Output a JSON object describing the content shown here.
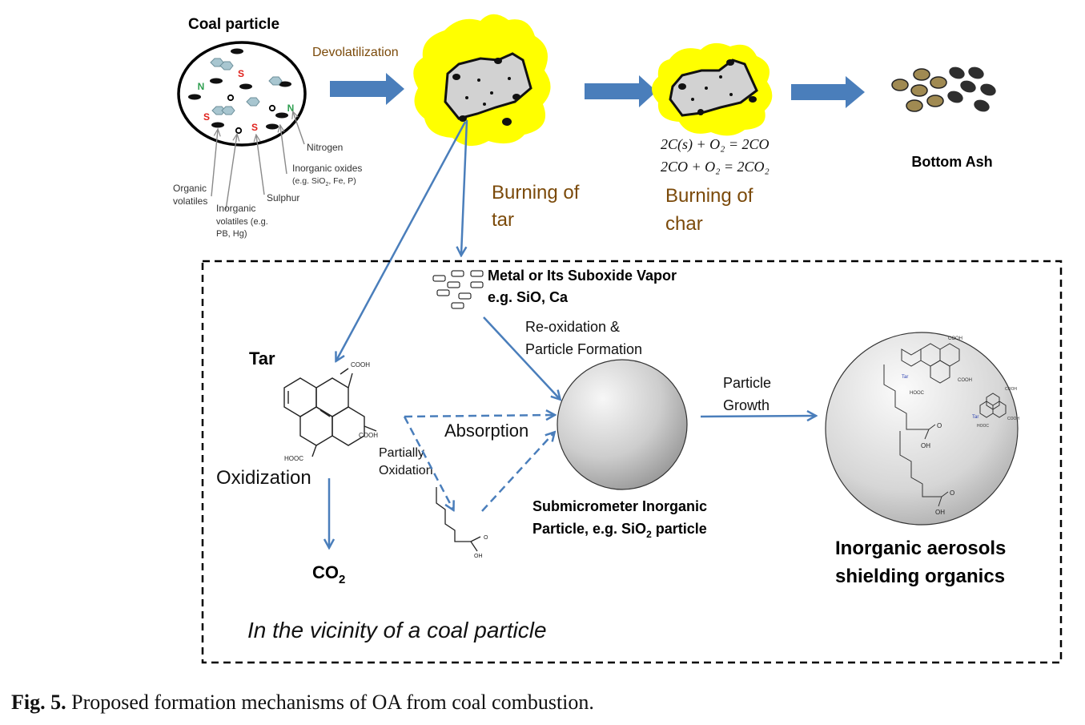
{
  "caption": {
    "label": "Fig. 5.",
    "text": " Proposed formation mechanisms of OA from coal combustion."
  },
  "coal_particle": {
    "title": "Coal particle",
    "letters": {
      "n": "N",
      "s": "S"
    },
    "callouts": {
      "nitrogen": "Nitrogen",
      "inorganic_oxides_1": "Inorganic oxides",
      "inorganic_oxides_2": "(e.g. SiO",
      "inorganic_oxides_sub": "2",
      "inorganic_oxides_3": ", Fe, P)",
      "organic_1": "Organic",
      "organic_2": "volatiles",
      "sulphur": "Sulphur",
      "inorg_vol_1": "Inorganic",
      "inorg_vol_2": "volatiles (e.g.",
      "inorg_vol_3": "PB, Hg)"
    }
  },
  "stages": {
    "devolatilization": "Devolatilization",
    "burning_tar_1": "Burning of",
    "burning_tar_2": "tar",
    "burning_char_1": "Burning of",
    "burning_char_2": "char",
    "bottom_ash": "Bottom Ash"
  },
  "equations": {
    "eq1": "2C(s) + O₂ = 2CO",
    "eq2": "2CO + O₂ = 2CO₂"
  },
  "vicinity": {
    "label": "In the vicinity of a coal particle",
    "metal_1": "Metal or Its Suboxide Vapor",
    "metal_2": "e.g. SiO, Ca",
    "reox_1": "Re-oxidation &",
    "reox_2": "Particle Formation",
    "tar": "Tar",
    "oxidization": "Oxidization",
    "co2": "CO",
    "co2_sub": "2",
    "partial_1": "Partially",
    "partial_2": "Oxidation",
    "absorption": "Absorption",
    "growth_1": "Particle",
    "growth_2": "Growth",
    "submicron_1": "Submicrometer Inorganic",
    "submicron_2": "Particle, e.g. SiO",
    "submicron_sub": "2",
    "submicron_3": " particle",
    "aerosol_1": "Inorganic aerosols",
    "aerosol_2": "shielding organics"
  },
  "chem": {
    "cooh": "COOH",
    "hooc": "HOOC",
    "oh": "OH",
    "o": "O",
    "tar_tag": "Tar"
  },
  "colors": {
    "arrow": "#4a7ebb",
    "flame": "#ffff00",
    "burning_text": "#7b4a0a",
    "devol_text": "#7b4a0a",
    "nitrogen": "#2e9e4f",
    "sulphur": "#e0201b",
    "hex": "#a8c6d0",
    "ash_olive": "#a08a52",
    "ash_dark": "#2e2e2e"
  }
}
